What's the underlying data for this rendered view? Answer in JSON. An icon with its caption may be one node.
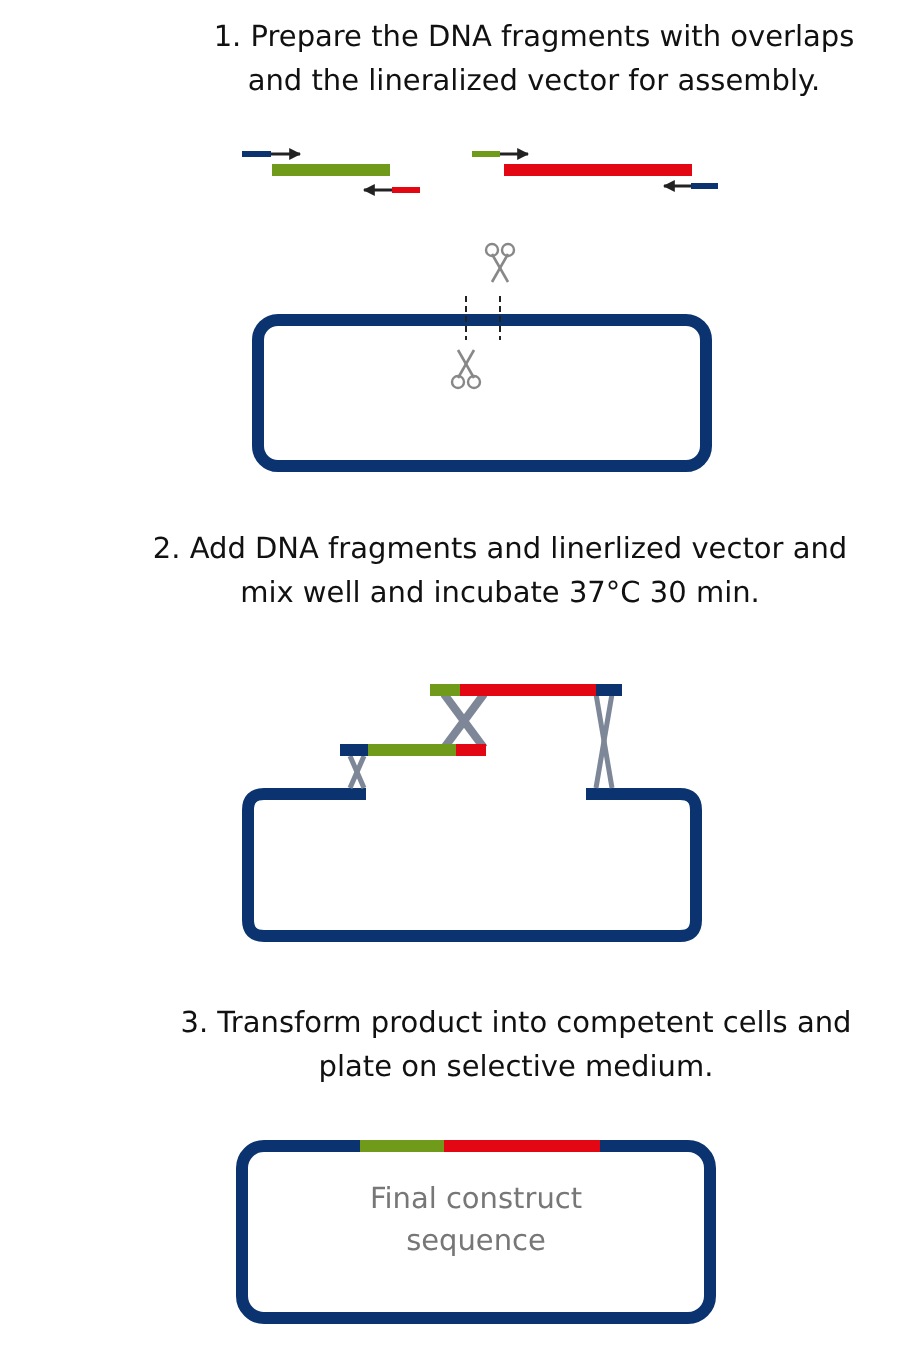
{
  "diagram": {
    "nodes": [
      {
        "text": [
          "Final construct sequence"
        ]
      }
    ],
    "labels": [
      "1. Prepare the DNA fragments with overlaps and the lineralized vector for assembly.",
      "2. Add DNA fragments and linerlized vector and mix well and incubate 37°C 30 min.",
      "3. Transform product into competent cells and plate on selective medium."
    ]
  }
}
